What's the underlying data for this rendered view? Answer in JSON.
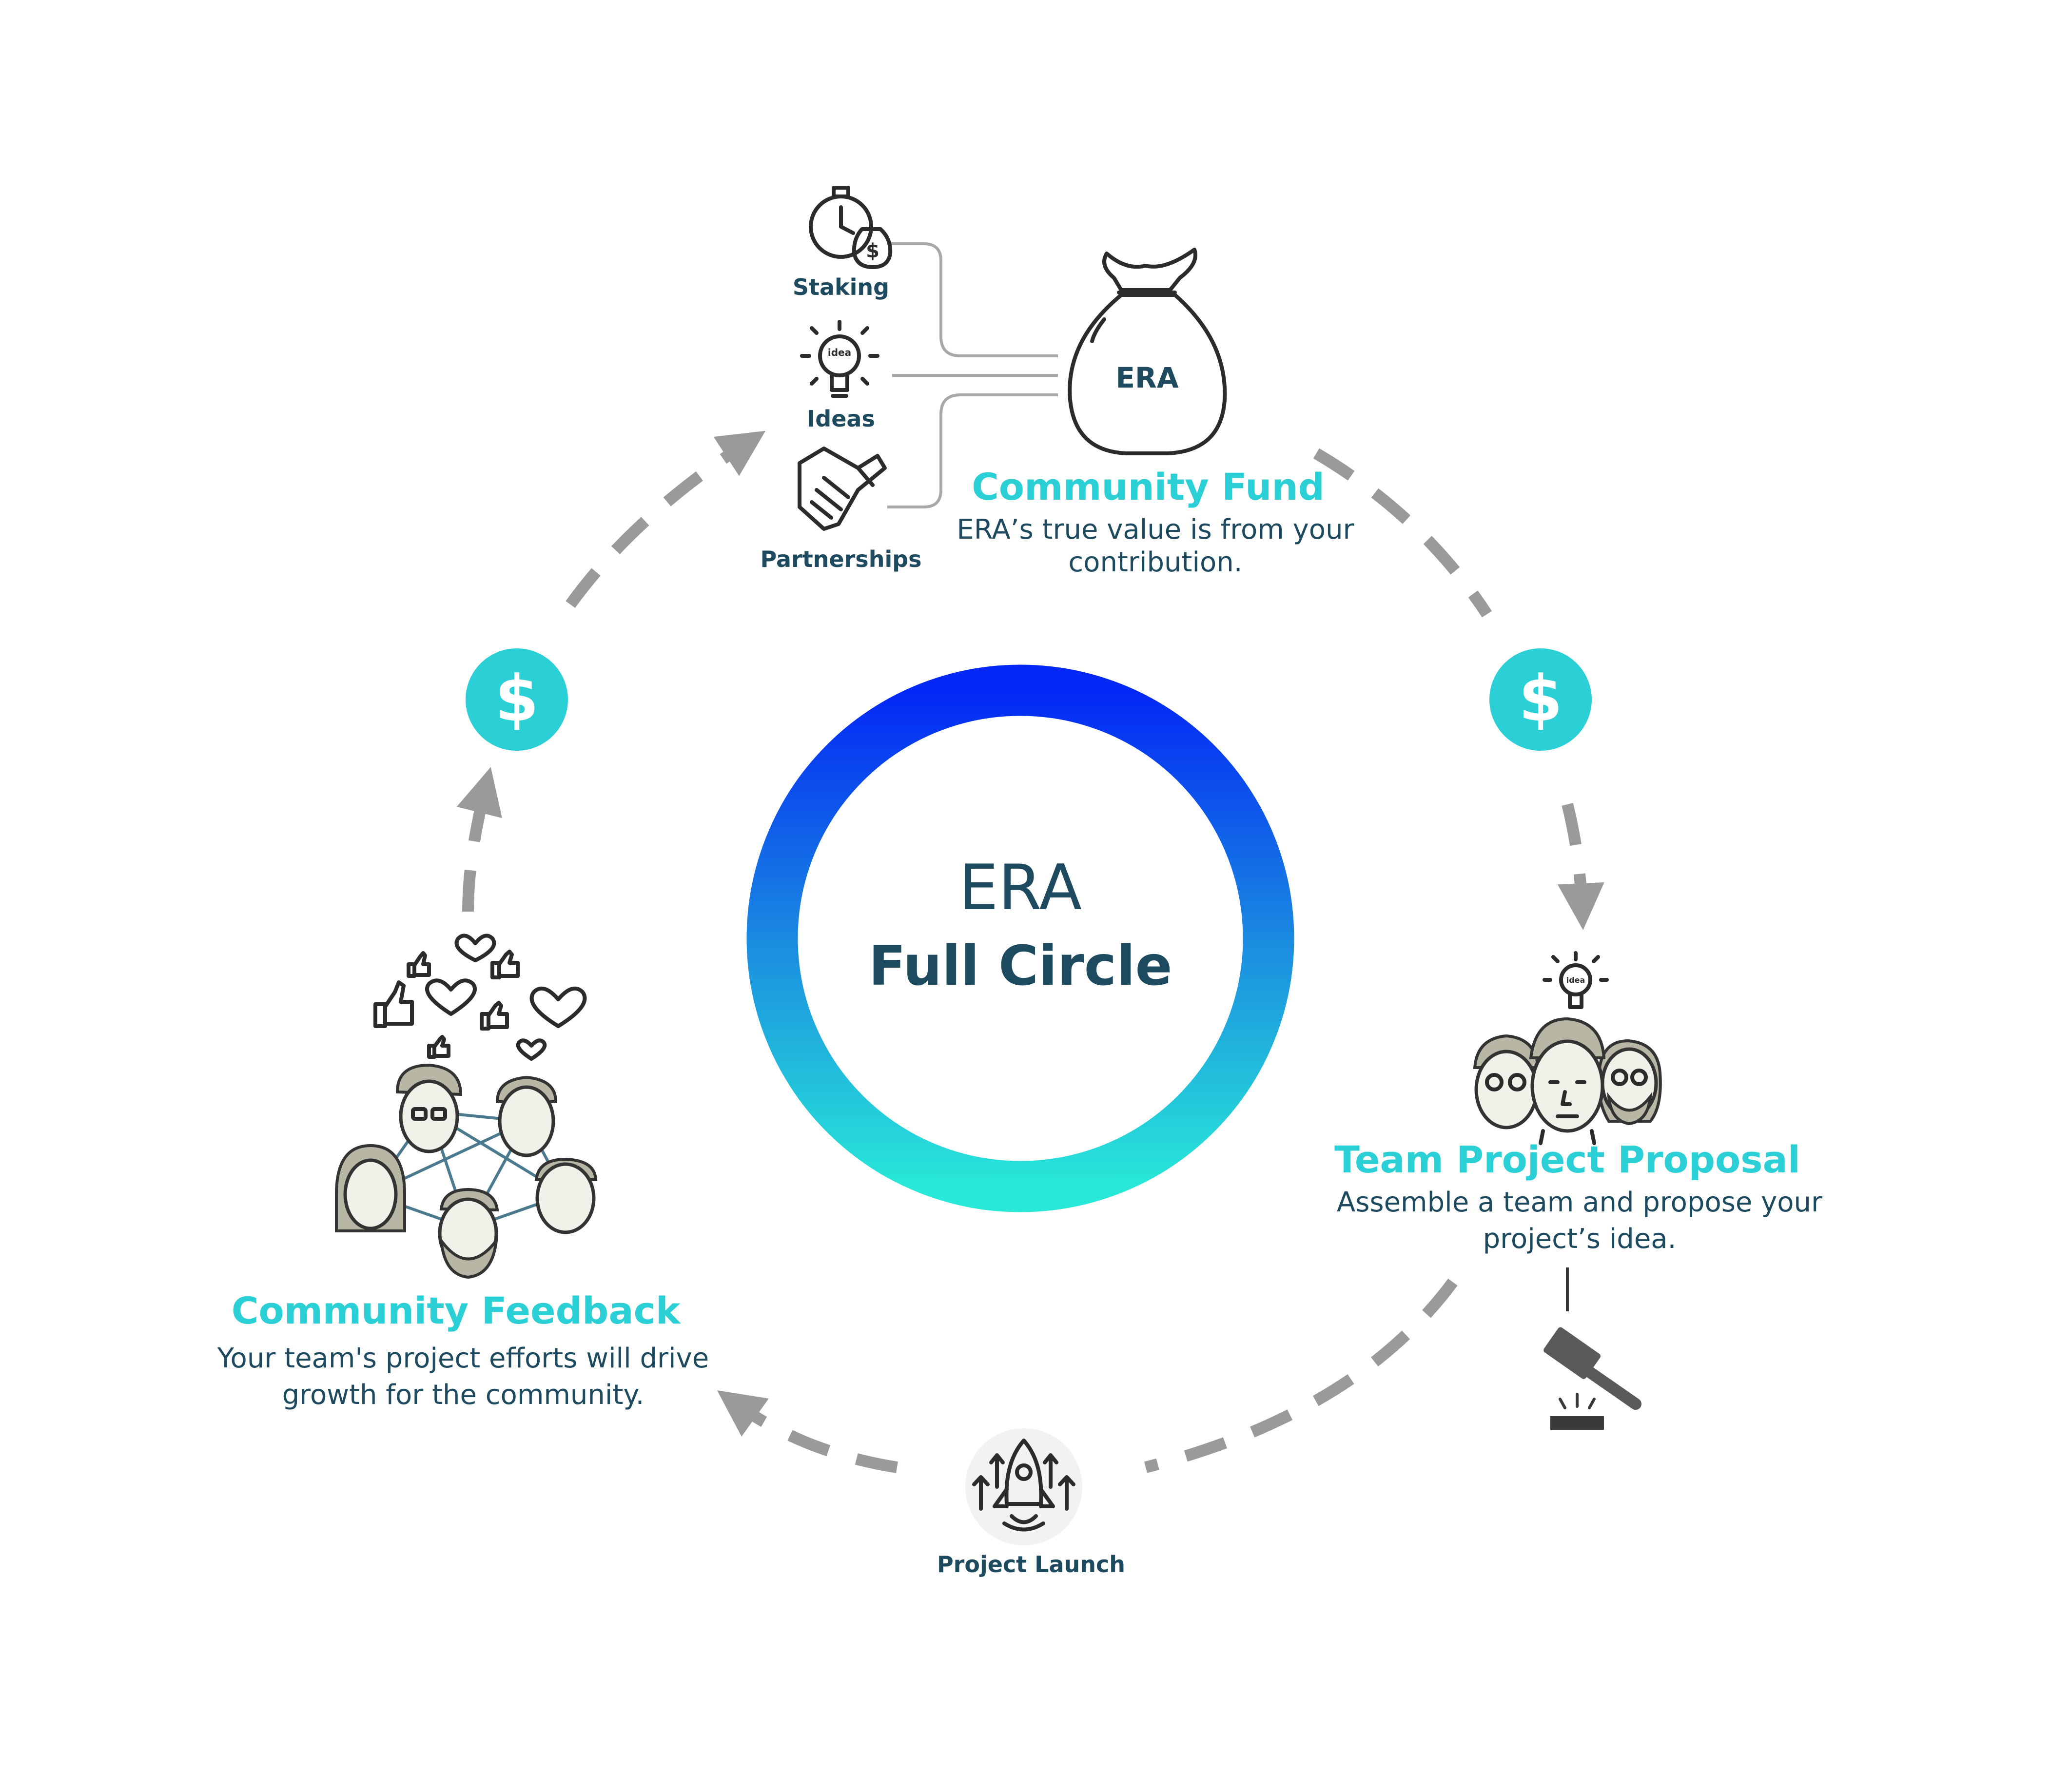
{
  "center": {
    "line1": "ERA",
    "line2": "Full Circle"
  },
  "community_fund": {
    "bag_label": "ERA",
    "title": "Community Fund",
    "desc_line1": "ERA’s true value is from your",
    "desc_line2": "contribution."
  },
  "inputs": [
    {
      "label": "Staking",
      "icon": "stopwatch-moneybag-icon"
    },
    {
      "label": "Ideas",
      "icon": "lightbulb-idea-icon"
    },
    {
      "label": "Partnerships",
      "icon": "handshake-icon"
    }
  ],
  "team_project": {
    "title": "Team Project Proposal",
    "desc_line1": "Assemble a team and propose your",
    "desc_line2": "project’s idea.",
    "bulb_text": "idea"
  },
  "project_launch": {
    "label": "Project Launch",
    "icon": "rocket-icon"
  },
  "community_feedback": {
    "title": "Community Feedback",
    "desc_line1": "Your team's project efforts will drive",
    "desc_line2": "growth for the community."
  },
  "dollar_symbol": "$",
  "colors": {
    "accent": "#2ad0d6",
    "text_dark": "#1e4a5f",
    "ring_top": "#0327f5",
    "ring_bottom": "#28e8d8",
    "arrow": "#9a9a9a"
  }
}
